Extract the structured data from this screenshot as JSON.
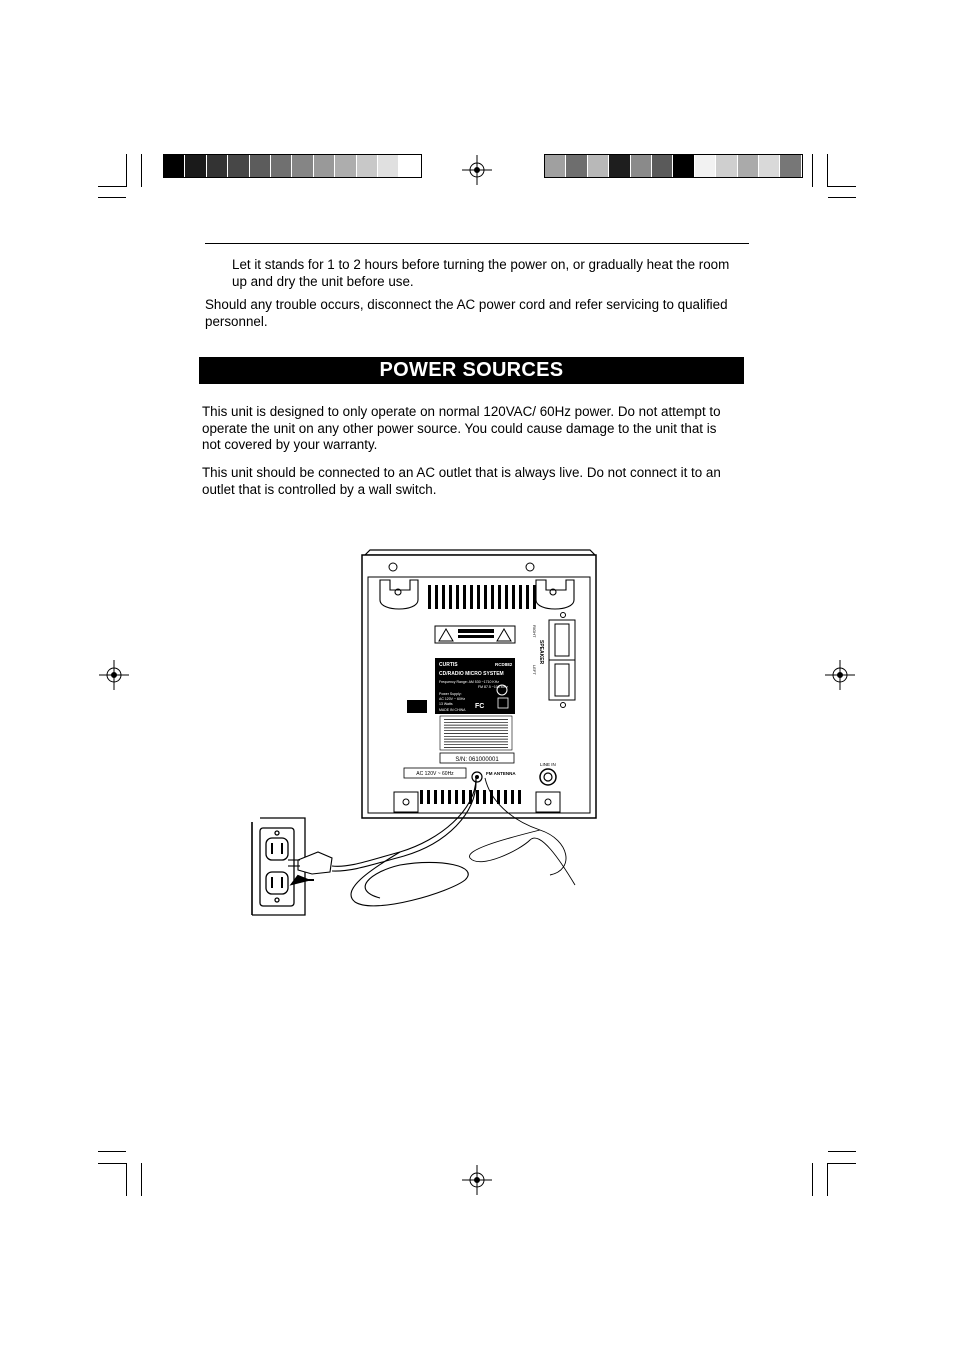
{
  "page": {
    "intro_lines": [
      "Let it stands for 1 to 2 hours before turning the power on, or gradually heat the room",
      "up and dry the unit before use."
    ],
    "trouble_lines": [
      "Should any trouble occurs, disconnect the AC power cord and refer servicing to qualified",
      "personnel."
    ],
    "section_title": "POWER SOURCES",
    "power_para1_lines": [
      "This unit is designed to only operate on normal 120VAC/ 60Hz power. Do not attempt to",
      "operate the unit on any other power source. You could cause damage to the unit that is",
      "not covered by your warranty."
    ],
    "power_para2_lines": [
      "This unit should be connected to an AC outlet that is always live. Do not connect it to an",
      "outlet that is controlled by a wall switch."
    ]
  },
  "illustration": {
    "label_brand": "CURTIS",
    "label_model": "RCD882",
    "label_product": "CD/RADIO MICRO SYSTEM",
    "label_freq1": "Frequency Range: AM 530 ~1710 KHz",
    "label_freq2": "FM 87.5 ~108 MHz",
    "label_power_title": "Power Supply:",
    "label_power_rating": "AC 120V ~ 60Hz",
    "label_watts": "13 Watts",
    "label_made": "MADE IN CHINA",
    "fcc_mark": "FC",
    "serial": "S/N: 061000001",
    "ac_label": "AC 120V ~ 60Hz",
    "fm_antenna": "FM ANTENNA",
    "line_in": "LINE IN",
    "speaker_label": "SPEAKER",
    "speaker_left": "LEFT",
    "speaker_right": "RIGHT"
  },
  "colors": {
    "ink": "#000000",
    "registration_left": [
      "#000000",
      "#1a1a1a",
      "#333333",
      "#474747",
      "#5c5c5c",
      "#707070",
      "#858585",
      "#999999",
      "#adadad",
      "#c8c8c8",
      "#e0e0e0",
      "#ffffff"
    ],
    "registration_right": [
      "#a0a0a0",
      "#6e6e6e",
      "#b8b8b8",
      "#1e1e1e",
      "#8a8a8a",
      "#5a5a5a",
      "#000000",
      "#f2f2f2",
      "#cfcfcf",
      "#aaaaaa",
      "#d9d9d9",
      "#777777"
    ]
  }
}
